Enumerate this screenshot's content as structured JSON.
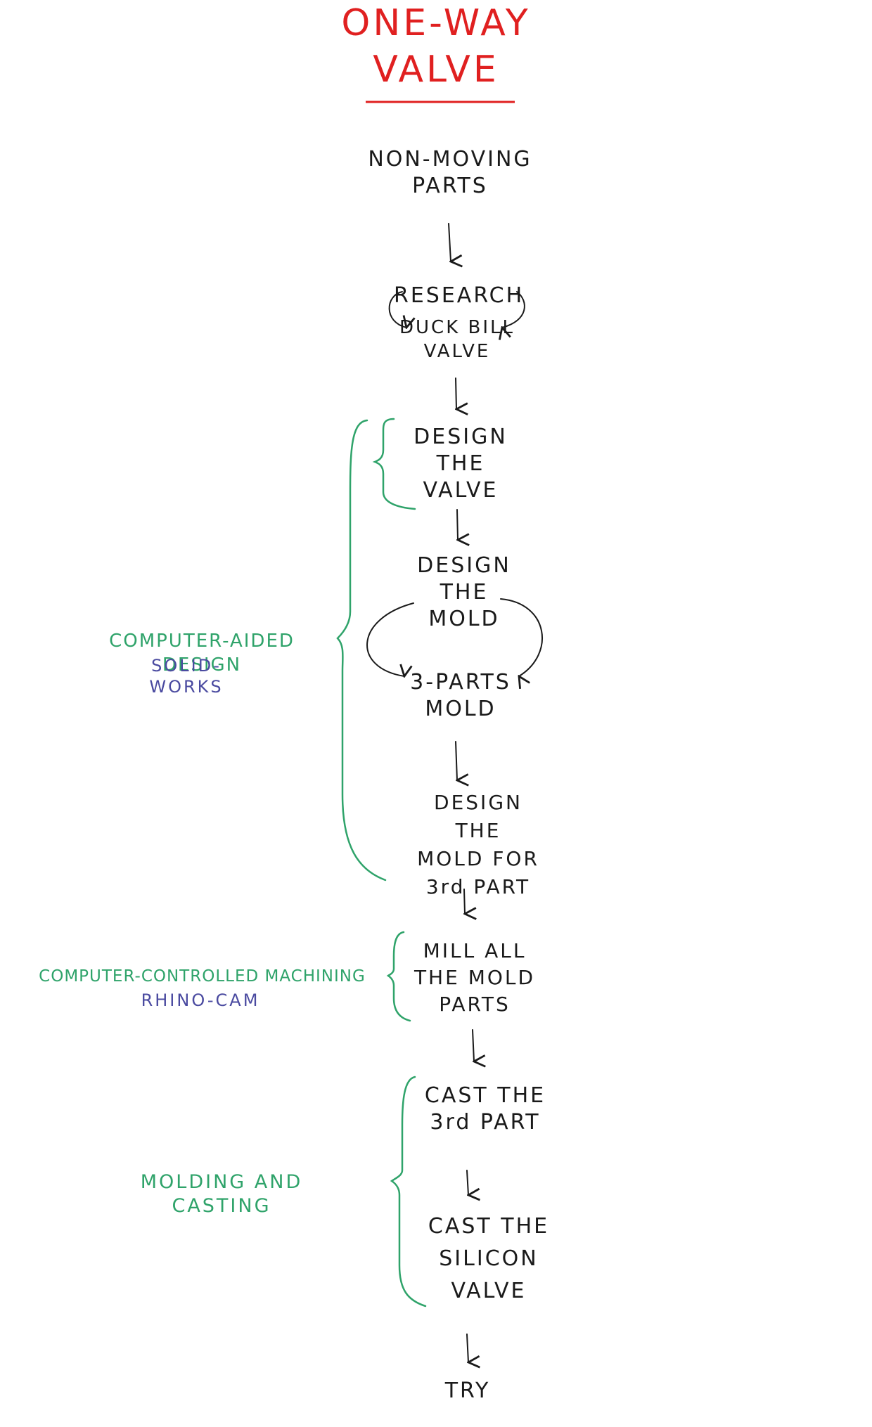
{
  "title": "ONE-WAY\nVALVE",
  "colors": {
    "title": "#e02020",
    "step": "#1a1a1a",
    "group": "#2fa36a",
    "tool": "#4a4aa0"
  },
  "steps": {
    "non_moving": "NON-MOVING\nPARTS",
    "research": "RESEARCH",
    "duck_bill": "DUCK BILL\nVALVE",
    "design_valve": "DESIGN\nTHE\nVALVE",
    "design_mold": "DESIGN\nTHE\nMOLD",
    "three_parts": "3-PARTS\nMOLD",
    "design_third": "DESIGN THE\nMOLD FOR\n3rd PART",
    "mill": "MILL ALL\nTHE MOLD\nPARTS",
    "cast_third": "CAST THE\n3rd PART",
    "cast_silicon": "CAST THE\nSILICON\nVALVE",
    "try": "TRY"
  },
  "groups": {
    "cad": {
      "label": "COMPUTER-AIDED DESIGN",
      "tool": "SOLID-WORKS"
    },
    "cnc": {
      "label": "COMPUTER-CONTROLLED MACHINING",
      "tool": "RHINO-CAM"
    },
    "molding": {
      "label": "MOLDING AND CASTING"
    }
  }
}
